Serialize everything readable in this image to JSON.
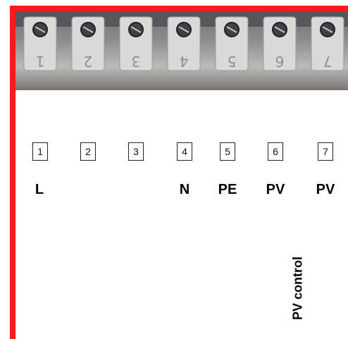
{
  "terminals": [
    {
      "number": "1",
      "label": "L"
    },
    {
      "number": "2",
      "label": ""
    },
    {
      "number": "3",
      "label": ""
    },
    {
      "number": "4",
      "label": "N"
    },
    {
      "number": "5",
      "label": "PE"
    },
    {
      "number": "6",
      "label": "PV"
    },
    {
      "number": "7",
      "label": "PV"
    }
  ],
  "photo": {
    "engraved_numbers": [
      "1",
      "2",
      "3",
      "4",
      "5",
      "6",
      "7"
    ]
  },
  "annotation": {
    "text": "PV control"
  },
  "colors": {
    "frame": "#ff1a1a"
  }
}
